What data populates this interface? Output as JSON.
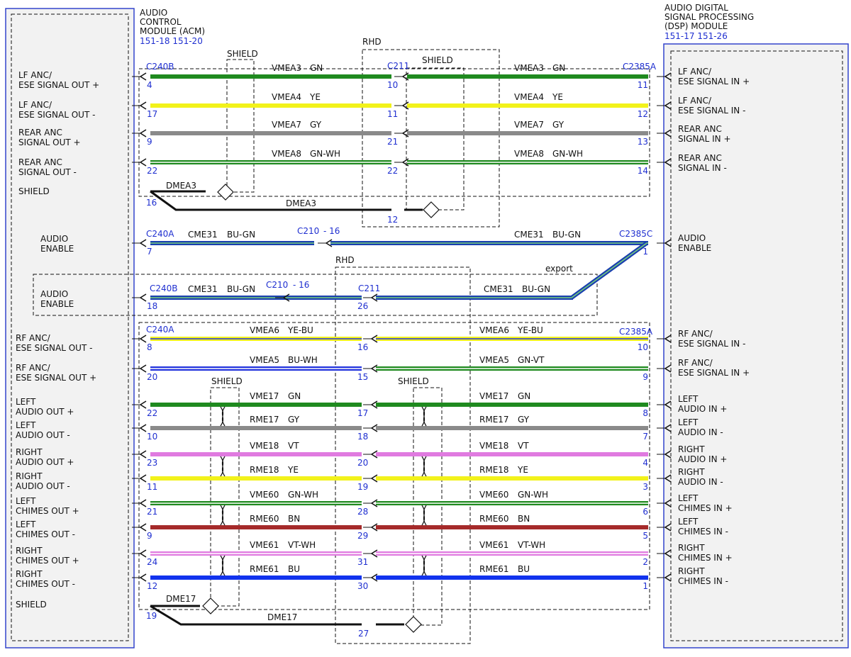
{
  "left_module": {
    "title": [
      "AUDIO",
      "CONTROL",
      "MODULE (ACM)"
    ],
    "refs": "151-18  151-20"
  },
  "right_module": {
    "title": [
      "AUDIO DIGITAL",
      "SIGNAL PROCESSING",
      "(DSP) MODULE"
    ],
    "refs": "151-17  151-26"
  },
  "boxes": {
    "shield": "SHIELD",
    "rhd": "RHD",
    "export": "export"
  },
  "connectors": {
    "c240b": "C240B",
    "c240a": "C240A",
    "c211": "C211",
    "c2385a": "C2385A",
    "c2385c": "C2385C",
    "c210": "C210",
    "c210_pin": "- 16"
  },
  "left_labels": {
    "lf_out_p": [
      "LF ANC/",
      "ESE SIGNAL OUT +"
    ],
    "lf_out_m": [
      "LF ANC/",
      "ESE SIGNAL OUT -"
    ],
    "rear_out_p": [
      "REAR ANC",
      "SIGNAL OUT +"
    ],
    "rear_out_m": [
      "REAR ANC",
      "SIGNAL OUT -"
    ],
    "shield1": [
      "SHIELD"
    ],
    "audio_enable": [
      "AUDIO",
      "ENABLE"
    ],
    "audio_enable_export": [
      "AUDIO",
      "ENABLE"
    ],
    "rf_out_m": [
      "RF ANC/",
      "ESE SIGNAL OUT -"
    ],
    "rf_out_p": [
      "RF ANC/",
      "ESE SIGNAL OUT +"
    ],
    "left_audio_p": [
      "LEFT",
      "AUDIO OUT +"
    ],
    "left_audio_m": [
      "LEFT",
      "AUDIO OUT -"
    ],
    "right_audio_p": [
      "RIGHT",
      "AUDIO OUT +"
    ],
    "right_audio_m": [
      "RIGHT",
      "AUDIO OUT -"
    ],
    "left_chimes_p": [
      "LEFT",
      "CHIMES OUT +"
    ],
    "left_chimes_m": [
      "LEFT",
      "CHIMES OUT -"
    ],
    "right_chimes_p": [
      "RIGHT",
      "CHIMES OUT +"
    ],
    "right_chimes_m": [
      "RIGHT",
      "CHIMES OUT -"
    ],
    "shield2": [
      "SHIELD"
    ]
  },
  "right_labels": {
    "lf_in_p": [
      "LF ANC/",
      "ESE SIGNAL IN +"
    ],
    "lf_in_m": [
      "LF ANC/",
      "ESE SIGNAL IN -"
    ],
    "rear_in_p": [
      "REAR ANC",
      "SIGNAL IN +"
    ],
    "rear_in_m": [
      "REAR ANC",
      "SIGNAL IN -"
    ],
    "audio_enable": [
      "AUDIO",
      "ENABLE"
    ],
    "rf_in_m": [
      "RF ANC/",
      "ESE SIGNAL IN -"
    ],
    "rf_in_p": [
      "RF ANC/",
      "ESE SIGNAL IN +"
    ],
    "left_audio_p": [
      "LEFT",
      "AUDIO IN +"
    ],
    "left_audio_m": [
      "LEFT",
      "AUDIO IN -"
    ],
    "right_audio_p": [
      "RIGHT",
      "AUDIO IN +"
    ],
    "right_audio_m": [
      "RIGHT",
      "AUDIO IN -"
    ],
    "left_chimes_p": [
      "LEFT",
      "CHIMES IN +"
    ],
    "left_chimes_m": [
      "LEFT",
      "CHIMES IN -"
    ],
    "right_chimes_p": [
      "RIGHT",
      "CHIMES IN +"
    ],
    "right_chimes_m": [
      "RIGHT",
      "CHIMES IN -"
    ]
  },
  "wire_colors": {
    "GN": "#1f8a1f",
    "YE": "#f2f21a",
    "GY": "#8a8a8a",
    "GN-WH": "#1f8a1f",
    "BU-GN": "#1a3fb0",
    "YE-BU": "#f2f21a",
    "BU-WH": "#2233dd",
    "GN-VT": "#1f8a1f",
    "VT": "#e07ae0",
    "BN": "#a52a2a",
    "VT-WH": "#e07ae0",
    "BU": "#1133ee",
    "BK": "#111111"
  },
  "wires": [
    {
      "id": "vmea3",
      "lp": "4",
      "mp": "10",
      "rp": "11",
      "lc": "VMEA3",
      "lcol": "GN",
      "rc": "VMEA3",
      "rcol": "GN"
    },
    {
      "id": "vmea4",
      "lp": "17",
      "mp": "11",
      "rp": "12",
      "lc": "VMEA4",
      "lcol": "YE",
      "rc": "VMEA4",
      "rcol": "YE"
    },
    {
      "id": "vmea7",
      "lp": "9",
      "mp": "21",
      "rp": "13",
      "lc": "VMEA7",
      "lcol": "GY",
      "rc": "VMEA7",
      "rcol": "GY"
    },
    {
      "id": "vmea8",
      "lp": "22",
      "mp": "22",
      "rp": "14",
      "lc": "VMEA8",
      "lcol": "GN-WH",
      "rc": "VMEA8",
      "rcol": "GN-WH"
    },
    {
      "id": "cme31a",
      "lp": "7",
      "mp": "",
      "rp": "1",
      "lc": "CME31",
      "lcol": "BU-GN",
      "rc": "CME31",
      "rcol": "BU-GN"
    },
    {
      "id": "cme31b",
      "lp": "18",
      "mp": "26",
      "rp": "",
      "lc": "CME31",
      "lcol": "BU-GN",
      "rc": "CME31",
      "rcol": "BU-GN"
    },
    {
      "id": "vmea6",
      "lp": "8",
      "mp": "16",
      "rp": "10",
      "lc": "VMEA6",
      "lcol": "YE-BU",
      "rc": "VMEA6",
      "rcol": "YE-BU"
    },
    {
      "id": "vmea5",
      "lp": "20",
      "mp": "15",
      "rp": "9",
      "lc": "VMEA5",
      "lcol": "BU-WH",
      "rc": "VMEA5",
      "rcol": "GN-VT"
    },
    {
      "id": "vme17",
      "lp": "22",
      "mp": "17",
      "rp": "8",
      "lc": "VME17",
      "lcol": "GN",
      "rc": "VME17",
      "rcol": "GN"
    },
    {
      "id": "rme17",
      "lp": "10",
      "mp": "18",
      "rp": "7",
      "lc": "RME17",
      "lcol": "GY",
      "rc": "RME17",
      "rcol": "GY"
    },
    {
      "id": "vme18",
      "lp": "23",
      "mp": "20",
      "rp": "4",
      "lc": "VME18",
      "lcol": "VT",
      "rc": "VME18",
      "rcol": "VT"
    },
    {
      "id": "rme18",
      "lp": "11",
      "mp": "19",
      "rp": "3",
      "lc": "RME18",
      "lcol": "YE",
      "rc": "RME18",
      "rcol": "YE"
    },
    {
      "id": "vme60",
      "lp": "21",
      "mp": "28",
      "rp": "6",
      "lc": "VME60",
      "lcol": "GN-WH",
      "rc": "VME60",
      "rcol": "GN-WH"
    },
    {
      "id": "rme60",
      "lp": "9",
      "mp": "29",
      "rp": "5",
      "lc": "RME60",
      "lcol": "BN",
      "rc": "RME60",
      "rcol": "BN"
    },
    {
      "id": "vme61",
      "lp": "24",
      "mp": "31",
      "rp": "2",
      "lc": "VME61",
      "lcol": "VT-WH",
      "rc": "VME61",
      "rcol": "VT-WH"
    },
    {
      "id": "rme61",
      "lp": "12",
      "mp": "30",
      "rp": "1",
      "lc": "RME61",
      "lcol": "BU",
      "rc": "RME61",
      "rcol": "BU"
    }
  ],
  "drains": {
    "dmea3_left": {
      "label": "DMEA3",
      "pin": "16"
    },
    "dmea3_mid": {
      "label": "DMEA3",
      "pin": "12"
    },
    "dme17_left": {
      "label": "DME17",
      "pin": "19"
    },
    "dme17_mid": {
      "label": "DME17",
      "pin": "27"
    }
  }
}
